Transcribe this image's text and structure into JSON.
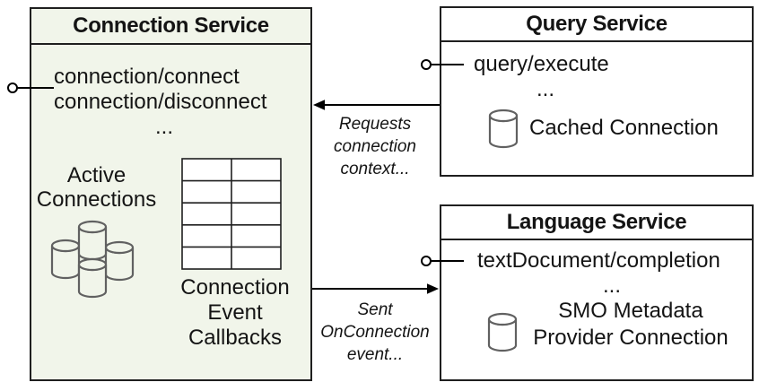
{
  "colors": {
    "service_box_fill": "#f1f5ea",
    "box_border": "#1f1f1f",
    "cylinder_stroke": "#616161",
    "arrow_color": "#000000",
    "text_color": "#141414"
  },
  "connection_service": {
    "title": "Connection Service",
    "methods": [
      "connection/connect",
      "connection/disconnect"
    ],
    "ellipsis": "...",
    "active_connections": [
      "Active",
      "Connections"
    ],
    "callbacks": [
      "Connection",
      "Event",
      "Callbacks"
    ]
  },
  "query_service": {
    "title": "Query Service",
    "method": "query/execute",
    "ellipsis": "...",
    "connection_label": "Cached Connection"
  },
  "language_service": {
    "title": "Language Service",
    "method": "textDocument/completion",
    "ellipsis": "...",
    "connection_label": [
      "SMO Metadata",
      "Provider Connection"
    ]
  },
  "edges": {
    "requests": [
      "Requests",
      "connection",
      "context..."
    ],
    "sent": [
      "Sent",
      "OnConnection",
      "event..."
    ]
  }
}
